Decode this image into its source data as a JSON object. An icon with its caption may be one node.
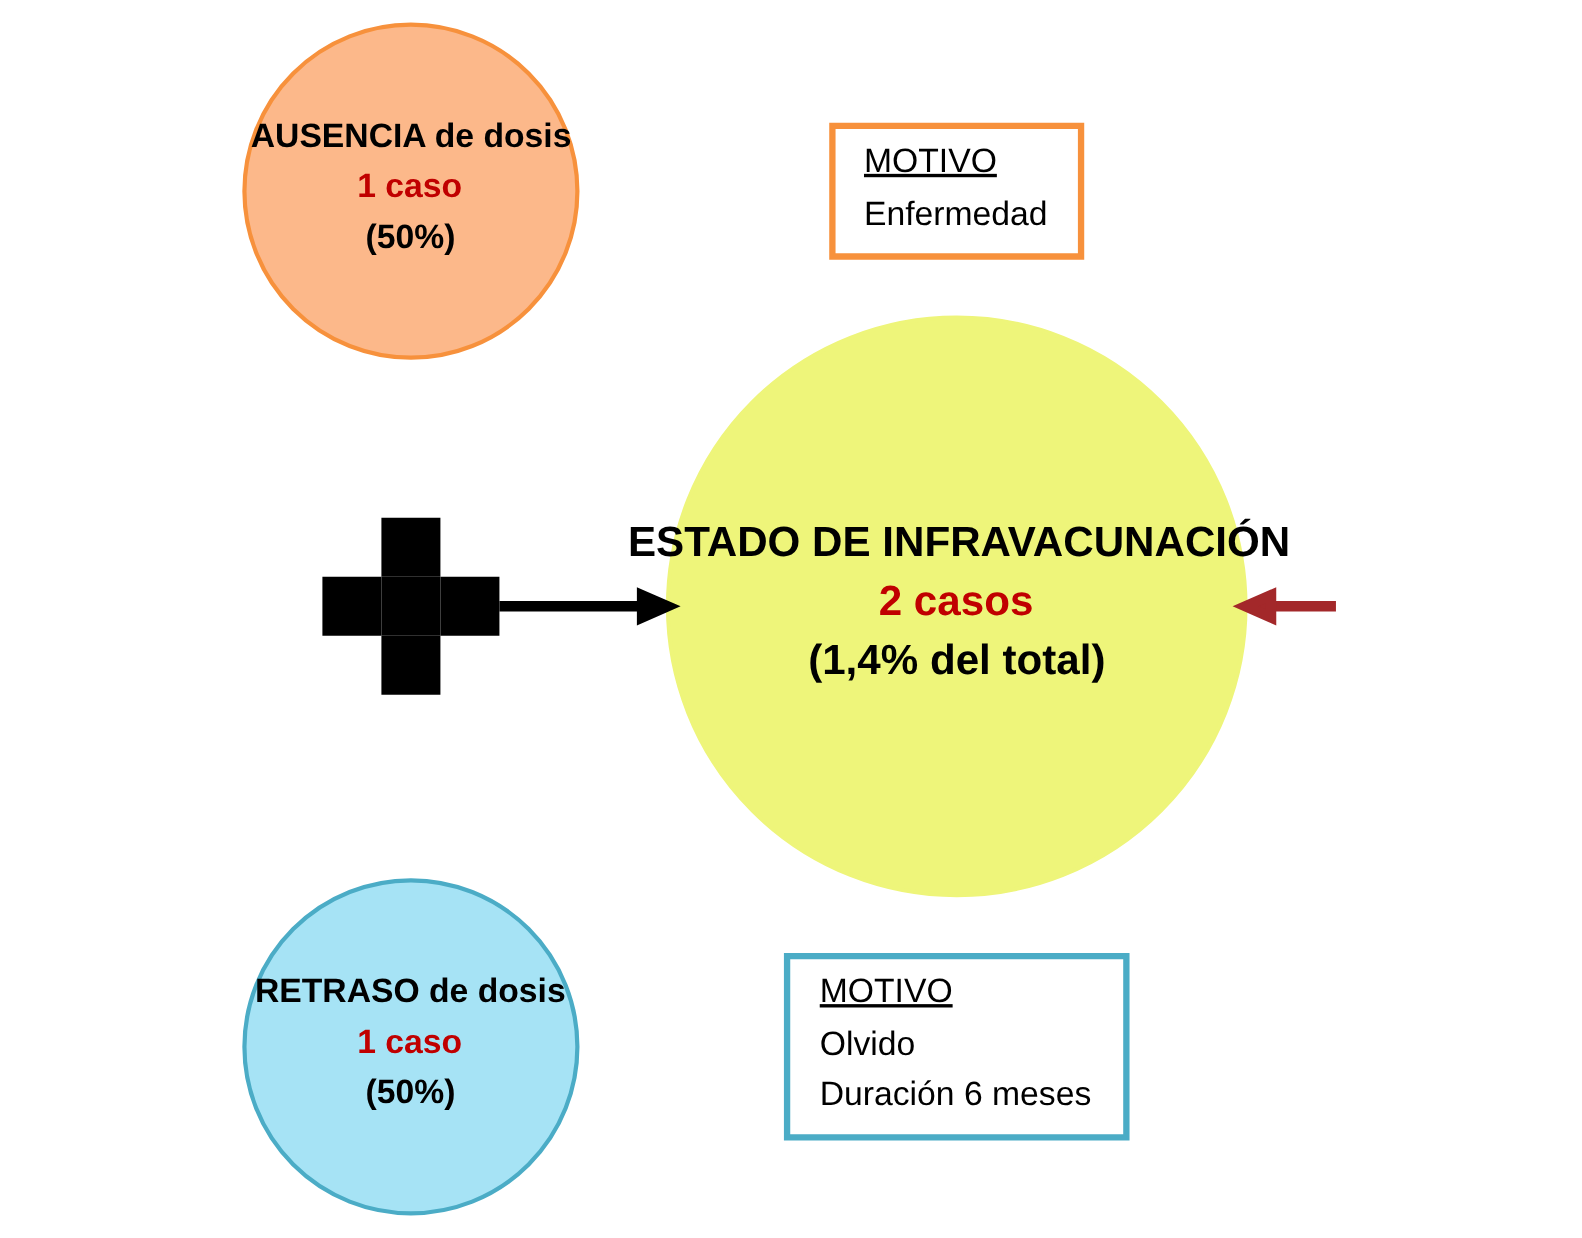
{
  "diagram": {
    "nodes": [
      {
        "text": [
          "AUSENCIA de dosis",
          "1 caso",
          "(50%)"
        ]
      },
      {
        "text": [
          "MOTIVO",
          "Enfermedad"
        ]
      },
      {
        "text": [],
        "shape": "plus"
      },
      {
        "text": [
          "RETRASO de dosis",
          "1 caso",
          "(50%)"
        ]
      },
      {
        "text": [
          "MOTIVO",
          "Olvido",
          "Duración 6 meses"
        ]
      },
      {
        "text": [
          "ESTADO DE INFRAVACUNACIÓN",
          "2 casos",
          "(1,4% del total)"
        ]
      }
    ],
    "edges": [
      {
        "from": 2,
        "to": 5,
        "arrow": "to",
        "color": "#000000"
      },
      {
        "from": null,
        "to": 5,
        "arrow": "to",
        "color": "#a3282a"
      }
    ]
  }
}
